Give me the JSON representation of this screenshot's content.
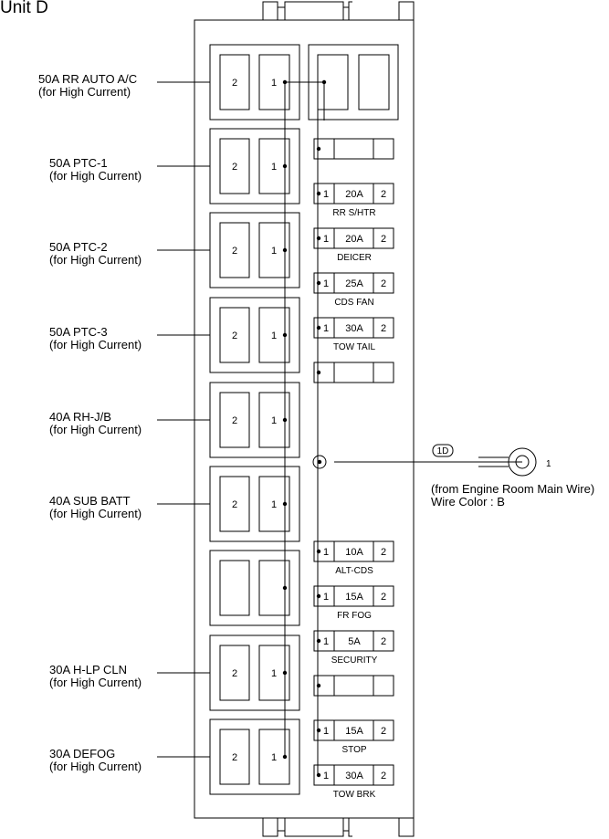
{
  "title": "Unit D",
  "big_fuses": [
    {
      "name": "50A RR AUTO A/C",
      "sub": "(for High Current)",
      "pin_left": "2",
      "pin_right": "1"
    },
    {
      "name": "50A PTC-1",
      "sub": "(for High Current)",
      "pin_left": "2",
      "pin_right": "1"
    },
    {
      "name": "50A PTC-2",
      "sub": "(for High Current)",
      "pin_left": "2",
      "pin_right": "1"
    },
    {
      "name": "50A PTC-3",
      "sub": "(for High Current)",
      "pin_left": "2",
      "pin_right": "1"
    },
    {
      "name": "40A RH-J/B",
      "sub": "(for High Current)",
      "pin_left": "2",
      "pin_right": "1"
    },
    {
      "name": "40A SUB BATT",
      "sub": "(for High Current)",
      "pin_left": "2",
      "pin_right": "1"
    },
    {
      "name": "",
      "sub": "",
      "pin_left": "",
      "pin_right": ""
    },
    {
      "name": "30A H-LP CLN",
      "sub": "(for High Current)",
      "pin_left": "2",
      "pin_right": "1"
    },
    {
      "name": "30A DEFOG",
      "sub": "(for High Current)",
      "pin_left": "2",
      "pin_right": "1"
    }
  ],
  "small_fuses": [
    {
      "amp": "",
      "name": "",
      "pin1": "",
      "pin2": ""
    },
    {
      "amp": "20A",
      "name": "RR S/HTR",
      "pin1": "1",
      "pin2": "2"
    },
    {
      "amp": "20A",
      "name": "DEICER",
      "pin1": "1",
      "pin2": "2"
    },
    {
      "amp": "25A",
      "name": "CDS FAN",
      "pin1": "1",
      "pin2": "2"
    },
    {
      "amp": "30A",
      "name": "TOW TAIL",
      "pin1": "1",
      "pin2": "2"
    },
    {
      "amp": "",
      "name": "",
      "pin1": "",
      "pin2": ""
    },
    {
      "amp": "10A",
      "name": "ALT-CDS",
      "pin1": "1",
      "pin2": "2"
    },
    {
      "amp": "15A",
      "name": "FR FOG",
      "pin1": "1",
      "pin2": "2"
    },
    {
      "amp": "5A",
      "name": "SECURITY",
      "pin1": "1",
      "pin2": "2"
    },
    {
      "amp": "",
      "name": "",
      "pin1": "",
      "pin2": ""
    },
    {
      "amp": "15A",
      "name": "STOP",
      "pin1": "1",
      "pin2": "2"
    },
    {
      "amp": "30A",
      "name": "TOW BRK",
      "pin1": "1",
      "pin2": "2"
    }
  ],
  "connector": {
    "code": "1D",
    "pin": "1",
    "source": "(from Engine Room Main Wire)",
    "wire_color": "Wire Color : B"
  }
}
